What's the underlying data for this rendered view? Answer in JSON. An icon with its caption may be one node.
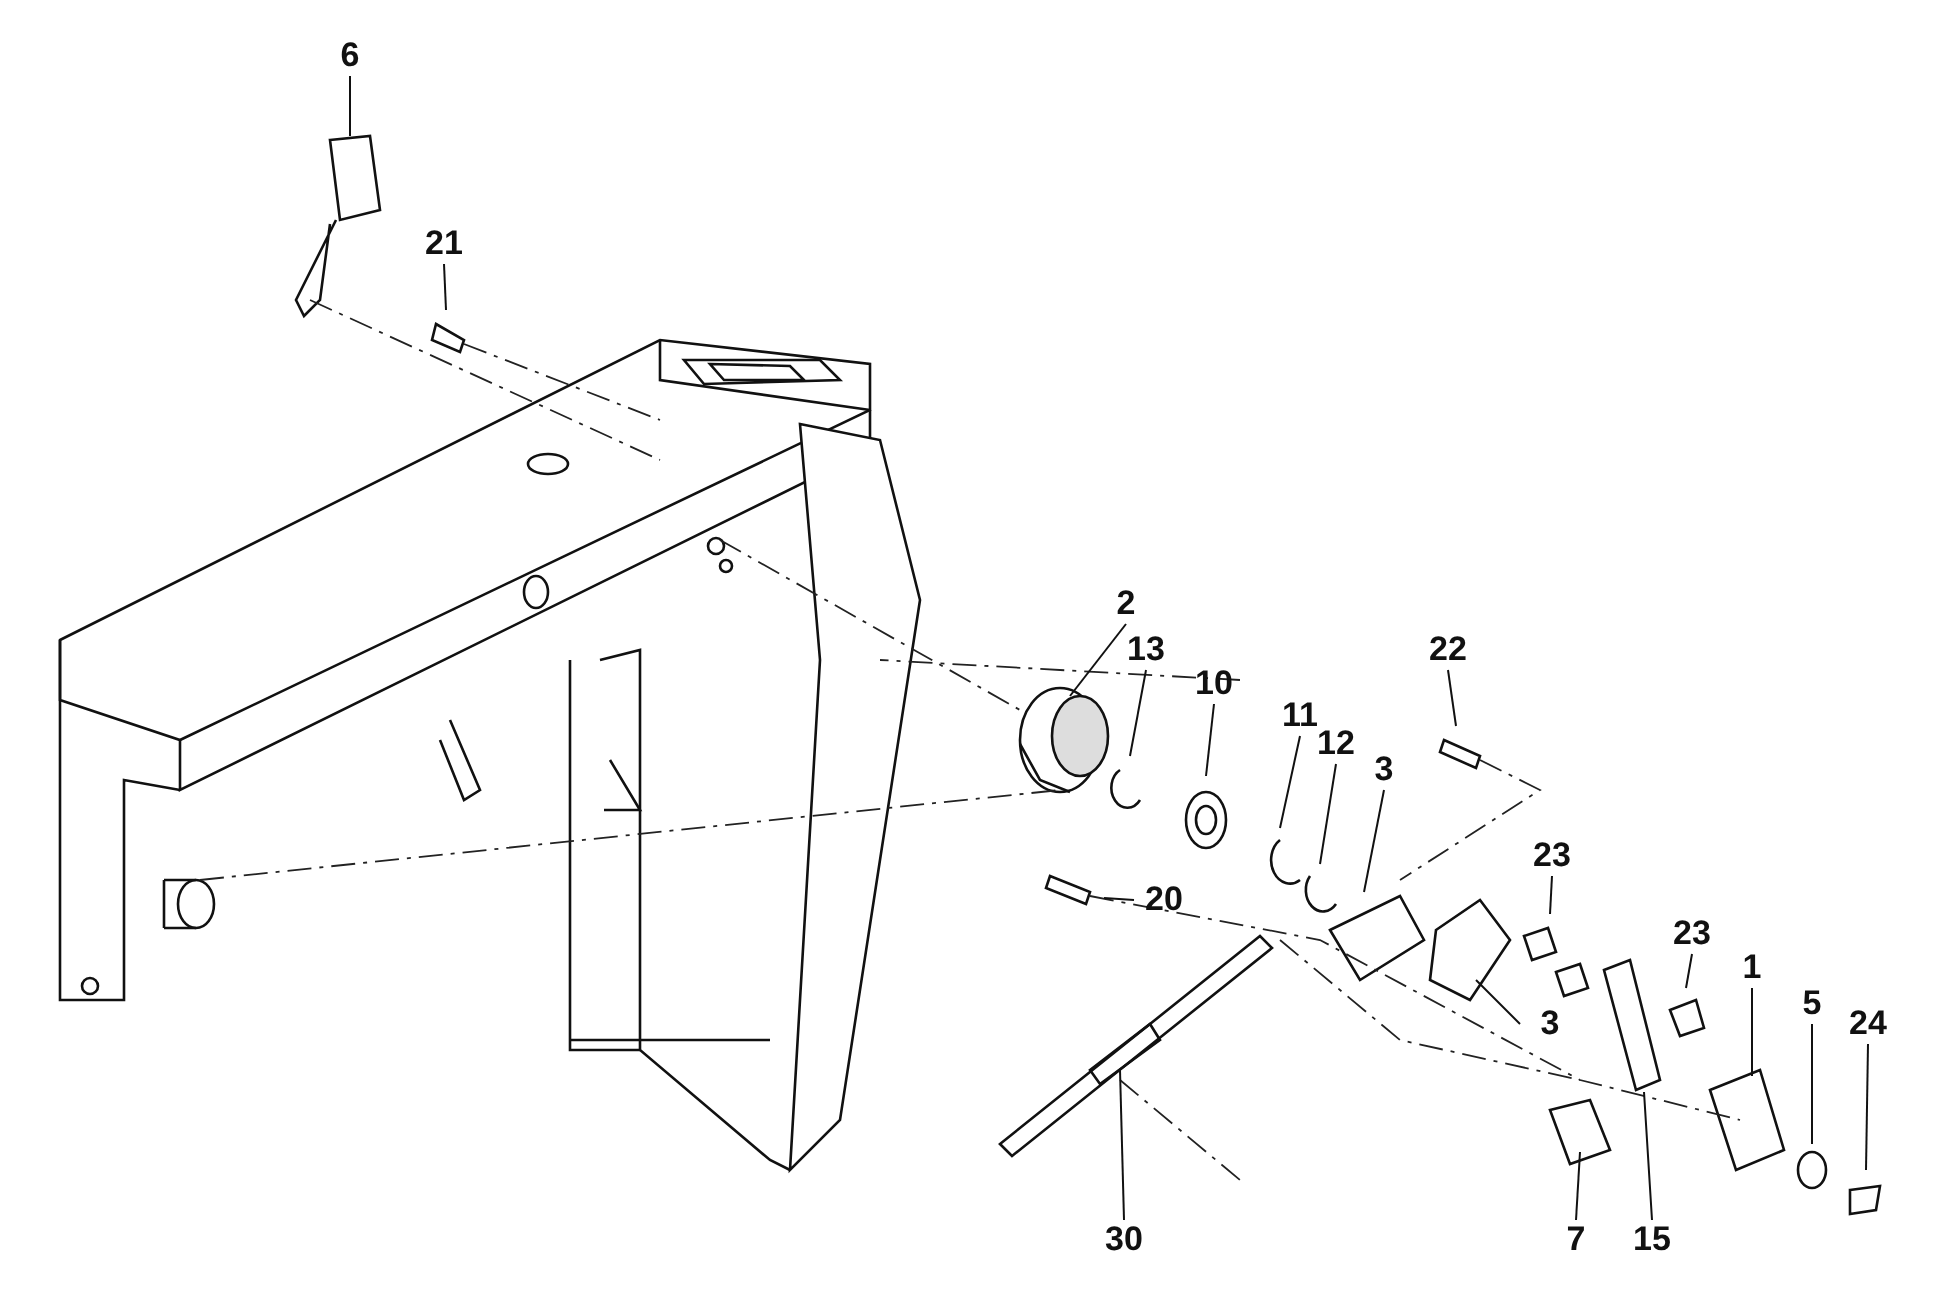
{
  "diagram": {
    "nodes": [
      {
        "text": [
          "6"
        ]
      },
      {
        "text": [
          "21"
        ]
      },
      {
        "text": [
          "2"
        ]
      },
      {
        "text": [
          "22"
        ]
      },
      {
        "text": [
          "13"
        ]
      },
      {
        "text": [
          "10"
        ]
      },
      {
        "text": [
          "11"
        ]
      },
      {
        "text": [
          "12"
        ]
      },
      {
        "text": [
          "3"
        ]
      },
      {
        "text": [
          "23"
        ]
      },
      {
        "text": [
          "20"
        ]
      },
      {
        "text": [
          "23"
        ]
      },
      {
        "text": [
          "1"
        ]
      },
      {
        "text": [
          "5"
        ]
      },
      {
        "text": [
          "24"
        ]
      },
      {
        "text": [
          "3"
        ]
      },
      {
        "text": [
          "30"
        ]
      },
      {
        "text": [
          "7"
        ]
      },
      {
        "text": [
          "15"
        ]
      }
    ],
    "edges": [
      {
        "from": 0,
        "to": null,
        "arrow": "none"
      },
      {
        "from": 1,
        "to": null,
        "arrow": "none"
      },
      {
        "from": 2,
        "to": null,
        "arrow": "none"
      },
      {
        "from": 3,
        "to": null,
        "arrow": "none"
      },
      {
        "from": 4,
        "to": null,
        "arrow": "none"
      },
      {
        "from": 5,
        "to": null,
        "arrow": "none"
      },
      {
        "from": 6,
        "to": null,
        "arrow": "none"
      },
      {
        "from": 7,
        "to": null,
        "arrow": "none"
      },
      {
        "from": 8,
        "to": null,
        "arrow": "none"
      },
      {
        "from": 9,
        "to": null,
        "arrow": "none"
      },
      {
        "from": 10,
        "to": null,
        "arrow": "none"
      },
      {
        "from": 11,
        "to": null,
        "arrow": "none"
      },
      {
        "from": 12,
        "to": null,
        "arrow": "none"
      },
      {
        "from": 13,
        "to": null,
        "arrow": "none"
      },
      {
        "from": 14,
        "to": null,
        "arrow": "none"
      },
      {
        "from": 15,
        "to": null,
        "arrow": "none"
      },
      {
        "from": 16,
        "to": null,
        "arrow": "none"
      },
      {
        "from": 17,
        "to": null,
        "arrow": "none"
      },
      {
        "from": 18,
        "to": null,
        "arrow": "none"
      }
    ]
  }
}
